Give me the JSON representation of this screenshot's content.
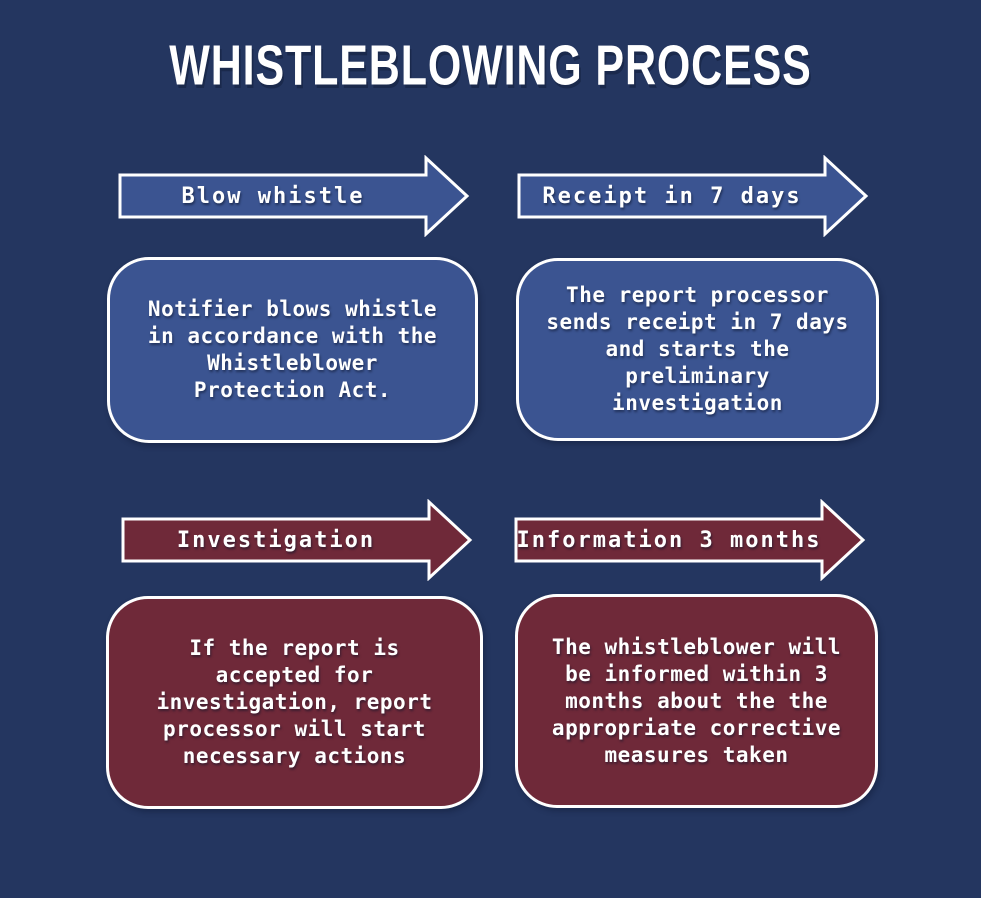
{
  "title": "WHISTLEBLOWING PROCESS",
  "colors": {
    "background": "#243660",
    "blue": "#3b5491",
    "maroon": "#6f2939",
    "outline": "#ffffff",
    "text": "#ffffff"
  },
  "steps": [
    {
      "arrow_label": "Blow whistle",
      "description": "Notifier blows whistle\nin accordance with the\nWhistleblower\nProtection Act.",
      "fill": "#3b5491",
      "icon": "right-arrow-icon"
    },
    {
      "arrow_label": "Receipt in 7 days",
      "description": "The report processor\nsends receipt in 7 days\nand starts the\npreliminary\ninvestigation",
      "fill": "#3b5491",
      "icon": "right-arrow-icon"
    },
    {
      "arrow_label": "Investigation",
      "description": "If the report is\naccepted for\ninvestigation, report\nprocessor will start\nnecessary actions",
      "fill": "#6f2939",
      "icon": "right-arrow-icon"
    },
    {
      "arrow_label": "Information 3 months",
      "description": "The whistleblower will\nbe informed within 3\nmonths about the the\nappropriate corrective\nmeasures taken",
      "fill": "#6f2939",
      "icon": "right-arrow-icon"
    }
  ]
}
